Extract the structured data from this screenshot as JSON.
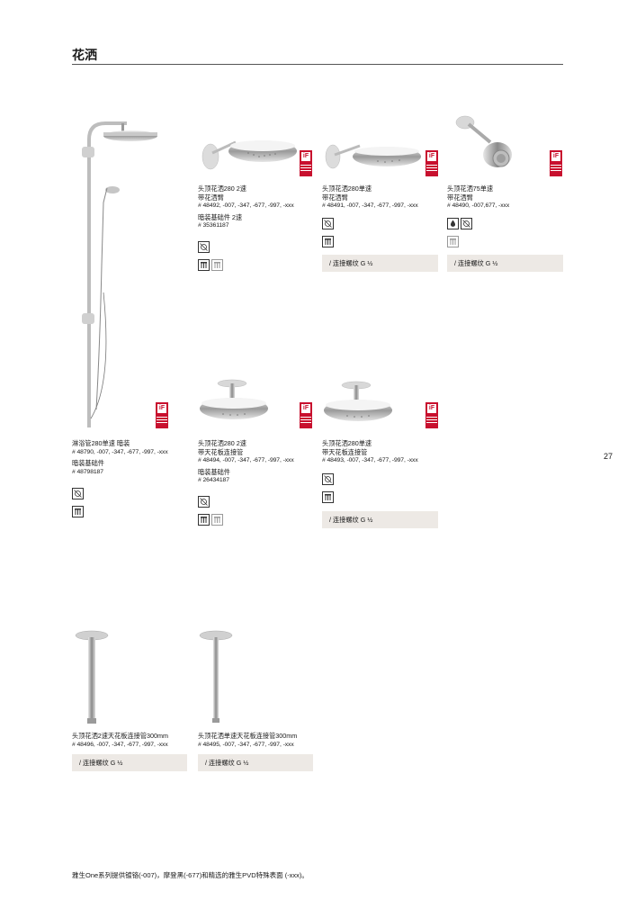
{
  "page": {
    "title": "花洒",
    "page_number": "27",
    "footer": "雅生One系列提供镀铬(-007)，摩登黑(-677)和精选的雅生PVD特殊表面 (-xxx)。"
  },
  "colors": {
    "badge_red": "#c8102e",
    "connection_bg": "#ede9e5"
  },
  "products": [
    {
      "id": "p1",
      "name_lines": [
        "头顶花洒280 2速",
        "带花洒臂"
      ],
      "code": "# 48492, -007, -347, -677, -997, -xxx",
      "sub_name": "暗装基础件 2速",
      "sub_code": "# 35361187"
    },
    {
      "id": "p2",
      "name_lines": [
        "头顶花洒280单速",
        "带花洒臂"
      ],
      "code": "# 48491, -007, -347, -677, -997, -xxx",
      "connection": "/  连接螺纹 G ½"
    },
    {
      "id": "p3",
      "name_lines": [
        "头顶花洒75单速",
        "带花洒臂"
      ],
      "code": "# 48490, -007,677, -xxx",
      "connection": "/  连接螺纹 G ½"
    },
    {
      "id": "p4",
      "name_lines": [
        "淋浴管280单速 暗装"
      ],
      "code": "# 48790, -007, -347, -677, -997, -xxx",
      "sub_name": "暗装基础件",
      "sub_code": "# 48798187"
    },
    {
      "id": "p5",
      "name_lines": [
        "头顶花洒280 2速",
        "带天花板连接管"
      ],
      "code": "# 48494, -007, -347, -677, -997, -xxx",
      "sub_name": "暗装基础件",
      "sub_code": "# 26434187"
    },
    {
      "id": "p6",
      "name_lines": [
        "头顶花洒280单速",
        "带天花板连接管"
      ],
      "code": "# 48493, -007, -347, -677, -997, -xxx",
      "connection": "/  连接螺纹 G ½"
    },
    {
      "id": "p7",
      "name_lines": [
        "头顶花洒2速天花板连接管300mm"
      ],
      "code": "# 48496, -007, -347, -677, -997, -xxx",
      "connection": "/  连接螺纹 G ½"
    },
    {
      "id": "p8",
      "name_lines": [
        "头顶花洒单速天花板连接管300mm"
      ],
      "code": "# 48495, -007, -347, -677, -997, -xxx",
      "connection": "/  连接螺纹 G ½"
    }
  ],
  "icons": {
    "no_clean": "no-descale-icon",
    "mount_dark": "mounting-dark-icon",
    "mount_light": "mounting-light-icon",
    "drop": "water-drop-icon",
    "award": "if-design-award-icon"
  },
  "award_label": "iF"
}
